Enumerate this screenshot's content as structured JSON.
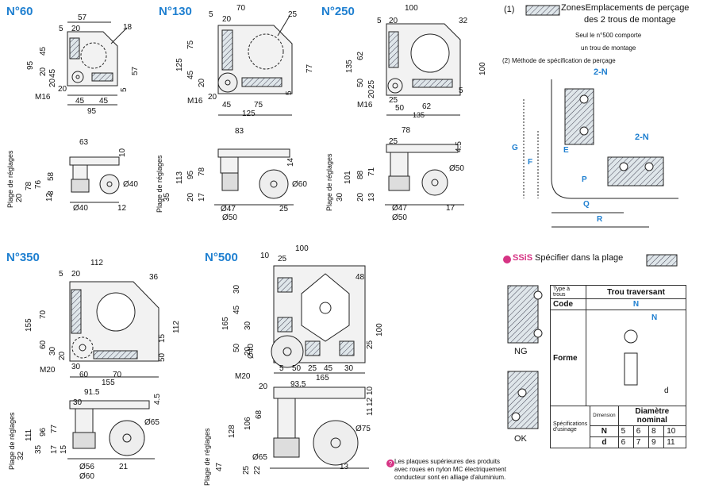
{
  "sections": {
    "n60": "N°60",
    "n130": "N°130",
    "n250": "N°250",
    "n350": "N°350",
    "n500": "N°500"
  },
  "n60": {
    "top_dims": [
      "57",
      "5",
      "20",
      "18",
      "95",
      "45",
      "20",
      "45",
      "20",
      "57",
      "5",
      "20",
      "45",
      "45",
      "95",
      "M16"
    ],
    "side_dims": [
      "63",
      "10",
      "78",
      "76",
      "58",
      "20",
      "12",
      "8",
      "Ø40",
      "Ø40",
      "12"
    ],
    "plage": "Plage de réglages"
  },
  "n130": {
    "top_dims": [
      "5",
      "70",
      "20",
      "25",
      "125",
      "75",
      "45",
      "20",
      "77",
      "5",
      "20",
      "45",
      "75",
      "125",
      "M16"
    ],
    "side_dims": [
      "83",
      "113",
      "95",
      "78",
      "35",
      "20",
      "17",
      "14",
      "Ø60",
      "Ø47",
      "Ø50",
      "25"
    ],
    "plage": "Plage de réglages"
  },
  "n250": {
    "top_dims": [
      "100",
      "5",
      "20",
      "32",
      "135",
      "62",
      "50",
      "25",
      "100",
      "20",
      "25",
      "50",
      "62",
      "135",
      "M16",
      "5"
    ],
    "side_dims": [
      "78",
      "25",
      "4.5",
      "101",
      "88",
      "71",
      "30",
      "20",
      "13",
      "Ø50",
      "Ø47",
      "Ø50",
      "17"
    ],
    "plage": "Plage de réglages"
  },
  "n350": {
    "top_dims": [
      "112",
      "5",
      "20",
      "36",
      "155",
      "70",
      "60",
      "30",
      "15",
      "50",
      "112",
      "20",
      "30",
      "60",
      "70",
      "155",
      "M20"
    ],
    "side_dims": [
      "91.5",
      "30",
      "4.5",
      "111",
      "96",
      "77",
      "35",
      "17",
      "15",
      "32",
      "Ø65",
      "Ø56",
      "Ø60",
      "21"
    ],
    "plage": "Plage de réglages"
  },
  "n500": {
    "top_dims": [
      "10",
      "100",
      "25",
      "48",
      "165",
      "30",
      "45",
      "30",
      "50",
      "20",
      "100",
      "25",
      "50",
      "25",
      "45",
      "30",
      "165",
      "Ø40",
      "M20",
      "5"
    ],
    "side_dims": [
      "20",
      "93.5",
      "10",
      "11",
      "12",
      "128",
      "106",
      "68",
      "47",
      "25",
      "22",
      "Ø65",
      "Ø75",
      "13"
    ],
    "plage": "Plage de réglages"
  },
  "legend": {
    "marker1": "(1)",
    "zones_title": "ZonesEmplacements de perçage",
    "zones_sub": "des 2 trous de montage",
    "note_line1": "Seul le n°500 comporte",
    "note_line2": "un trou de montage",
    "method": "(2) Méthode de spécification de perçage",
    "n1": "2-N",
    "n2": "2-N",
    "G": "G",
    "F": "F",
    "E": "E",
    "P": "P",
    "Q": "Q",
    "R": "R"
  },
  "ssis": {
    "icon_text": "SSiS",
    "text": "Spécifier dans la plage",
    "ng": "NG",
    "ok": "OK"
  },
  "spec_table": {
    "type_label": "Type à trous",
    "type_value": "Trou traversant",
    "code_label": "Code",
    "code_value": "N",
    "forme_label": "Forme",
    "forme_n": "N",
    "forme_d": "d",
    "specs_label": "Spécifications d'usinage",
    "dim_label": "Dimension",
    "nominal_label": "Diamètre nominal",
    "row_n_label": "N",
    "row_n": [
      "5",
      "6",
      "8",
      "10"
    ],
    "row_d_label": "d",
    "row_d": [
      "6",
      "7",
      "9",
      "11"
    ]
  },
  "footnote": {
    "line1": "Les plaques supérieures des produits",
    "line2": "avec roues en nylon MC électriquement",
    "line3": "conducteur sont en alliage d'aluminium."
  }
}
